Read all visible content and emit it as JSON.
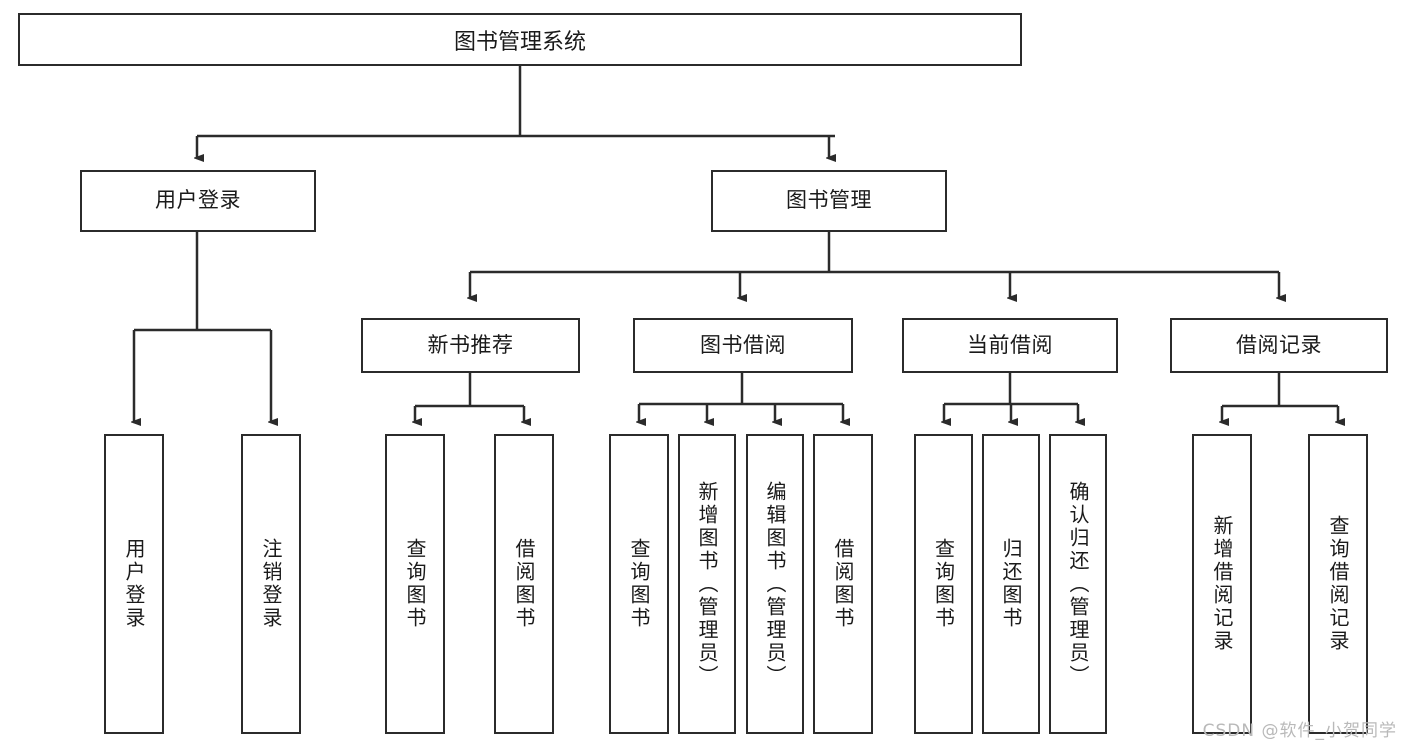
{
  "diagram": {
    "title": "图书管理系统",
    "type": "hierarchy-tree",
    "stroke_color": "#2b2b2b",
    "background_color": "#ffffff",
    "text_color": "#1a1a1a"
  },
  "nodes": {
    "root": {
      "label": "图书管理系统"
    },
    "level2": [
      {
        "id": "user-login",
        "label": "用户登录"
      },
      {
        "id": "book-management",
        "label": "图书管理"
      }
    ],
    "level3": [
      {
        "id": "new-book-recommend",
        "label": "新书推荐"
      },
      {
        "id": "book-borrow",
        "label": "图书借阅"
      },
      {
        "id": "current-borrow",
        "label": "当前借阅"
      },
      {
        "id": "borrow-record",
        "label": "借阅记录"
      }
    ],
    "leaves": {
      "user_login": [
        {
          "id": "leaf-user-login",
          "label": "用户登录"
        },
        {
          "id": "leaf-logout-login",
          "label": "注销登录"
        }
      ],
      "new_book_recommend": [
        {
          "id": "leaf-query-book-1",
          "label": "查询图书"
        },
        {
          "id": "leaf-borrow-book-1",
          "label": "借阅图书"
        }
      ],
      "book_borrow": [
        {
          "id": "leaf-query-book-2",
          "label": "查询图书"
        },
        {
          "id": "leaf-add-book",
          "label": "新增图书（管理员）"
        },
        {
          "id": "leaf-edit-book",
          "label": "编辑图书（管理员）"
        },
        {
          "id": "leaf-borrow-book-2",
          "label": "借阅图书"
        }
      ],
      "current_borrow": [
        {
          "id": "leaf-query-book-3",
          "label": "查询图书"
        },
        {
          "id": "leaf-return-book",
          "label": "归还图书"
        },
        {
          "id": "leaf-confirm-return",
          "label": "确认归还（管理员）"
        }
      ],
      "borrow_record": [
        {
          "id": "leaf-add-borrow-record",
          "label": "新增借阅记录"
        },
        {
          "id": "leaf-query-borrow-record",
          "label": "查询借阅记录"
        }
      ]
    }
  },
  "watermark": {
    "text": "CSDN @软件_小贺同学"
  }
}
